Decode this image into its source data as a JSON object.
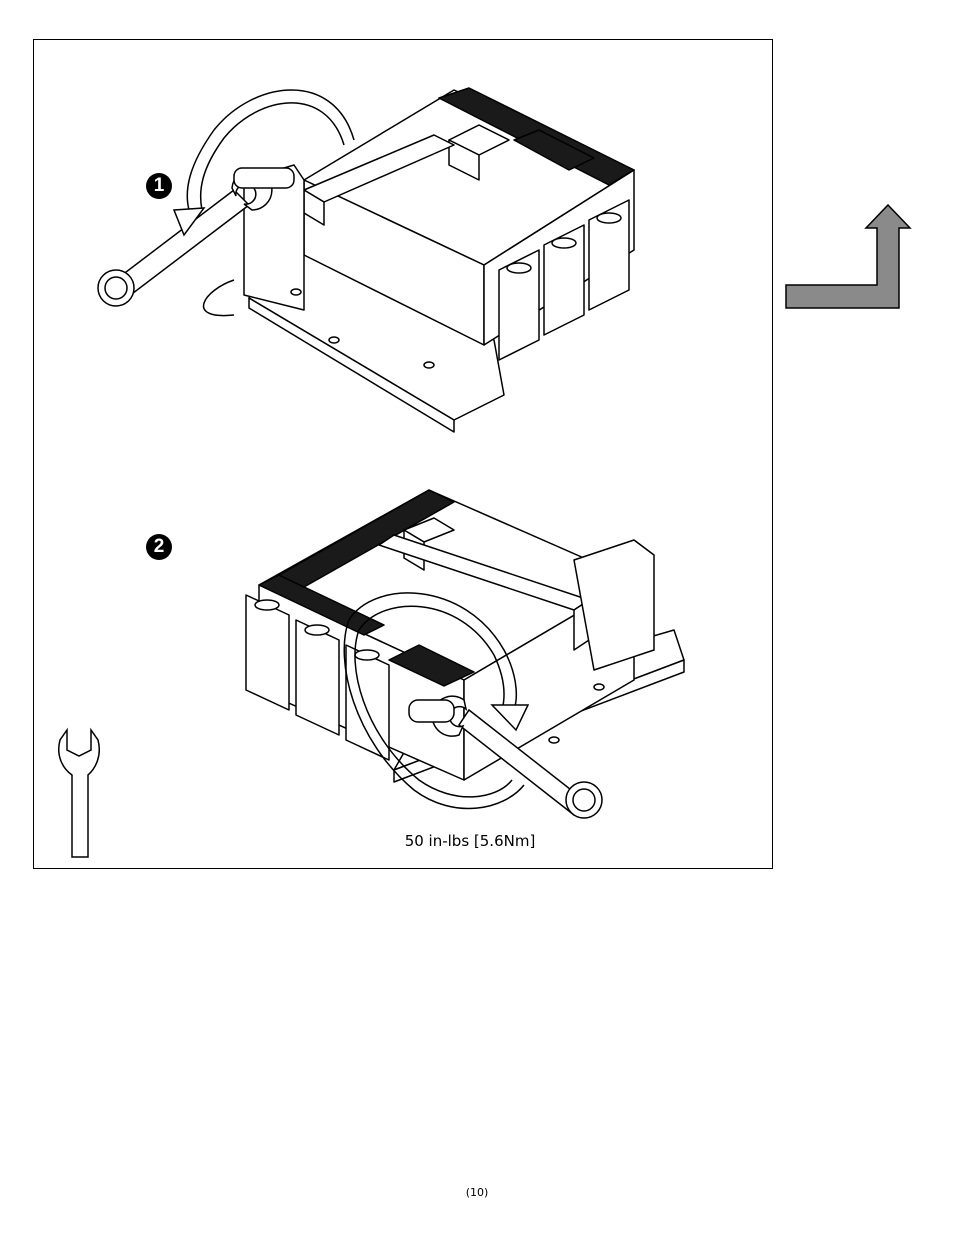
{
  "figure": {
    "step1_label": "1",
    "step2_label": "2",
    "torque_label": "50 in-lbs [5.6Nm]"
  },
  "continue_arrow": {
    "fill_color": "#8a8a8a"
  },
  "icons": {
    "wrench": "wrench-icon",
    "rotation_arrow": "rotation-arrow-icon"
  },
  "footer": {
    "page_number": "(10)"
  }
}
